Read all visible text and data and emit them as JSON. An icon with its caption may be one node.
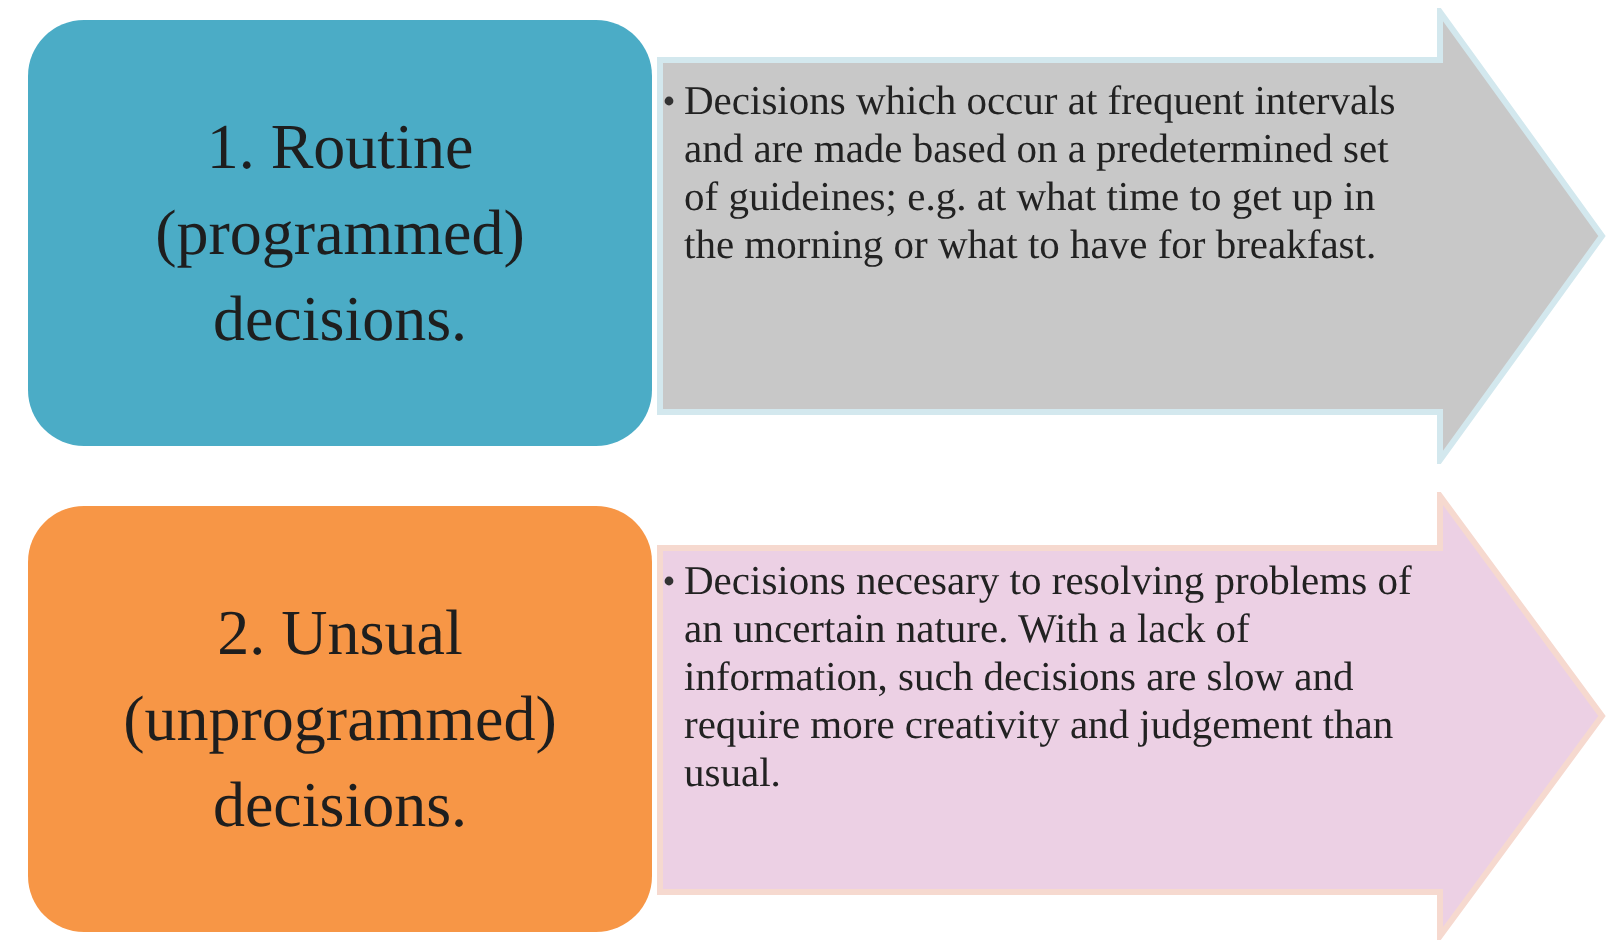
{
  "diagram": {
    "nodes": [
      {
        "text": [
          "1. Routine (programmed) decisions."
        ]
      },
      {
        "text": [
          "Decisions which occur at frequent intervals and are made based on a predetermined set of guideines; e.g. at what time to get up in the morning or what to have for breakfast."
        ]
      },
      {
        "text": [
          "2. Unsual (unprogrammed) decisions."
        ]
      },
      {
        "text": [
          "Decisions necesary to resolving problems of an uncertain nature. With a lack of information, such decisions are slow and require more creativity and judgement than usual."
        ]
      }
    ]
  }
}
